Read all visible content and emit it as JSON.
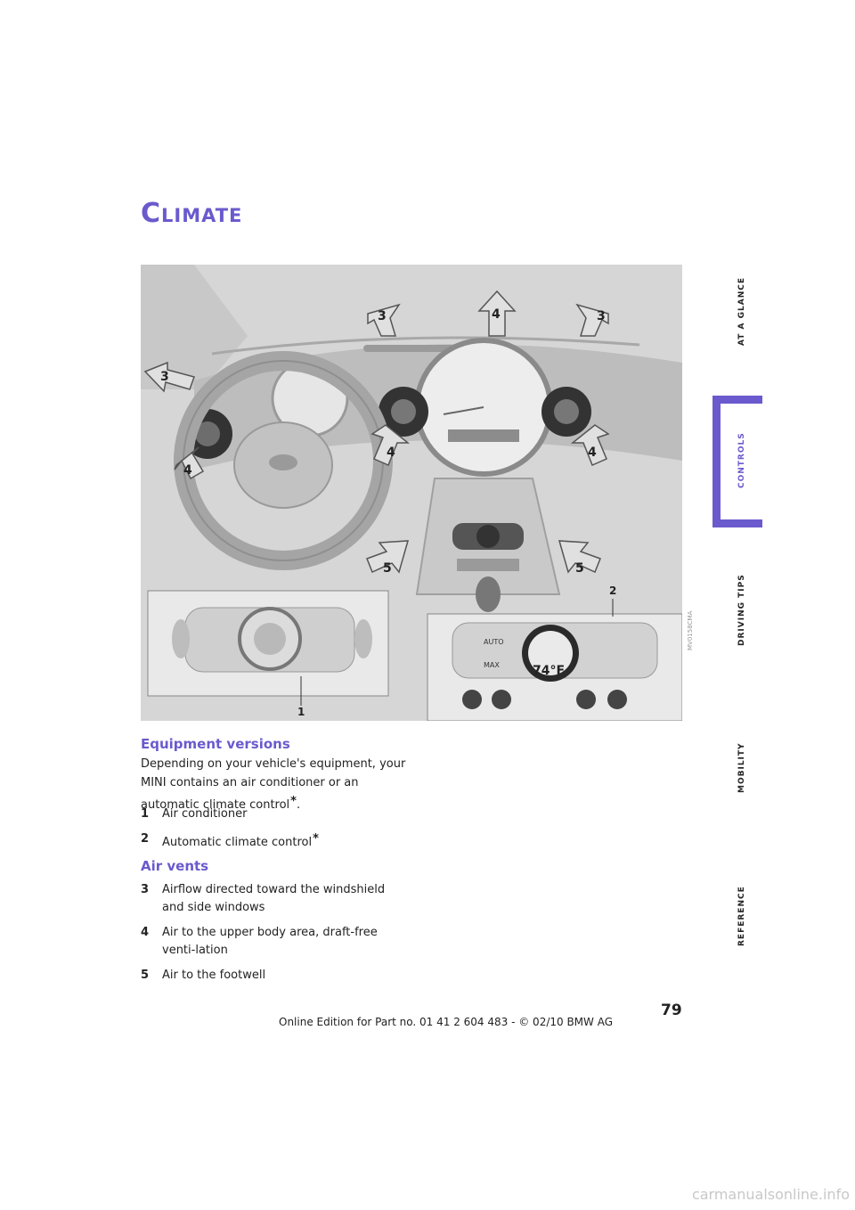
{
  "page": {
    "title": "Climate",
    "page_number": "79",
    "footer": "Online Edition for Part no. 01 41 2 604 483 - © 02/10 BMW AG",
    "watermark": "carmanualsonline.info"
  },
  "side_tabs": [
    {
      "label": "AT A GLANCE",
      "active": false
    },
    {
      "label": "CONTROLS",
      "active": true
    },
    {
      "label": "DRIVING TIPS",
      "active": false
    },
    {
      "label": "MOBILITY",
      "active": false
    },
    {
      "label": "REFERENCE",
      "active": false
    }
  ],
  "figure": {
    "image_code": "MV0158CMA",
    "callouts": [
      "1",
      "2",
      "3",
      "4",
      "5"
    ],
    "panel_labels": {
      "auto": "AUTO",
      "max": "MAX",
      "temp": "74°F"
    }
  },
  "sections": {
    "equipment": {
      "heading": "Equipment versions",
      "intro": "Depending on your vehicle's equipment, your MINI contains an air conditioner or an automatic climate control",
      "intro_star": "*",
      "intro_end": ".",
      "items": [
        {
          "num": "1",
          "text": "Air conditioner",
          "star": ""
        },
        {
          "num": "2",
          "text": "Automatic climate control",
          "star": "*"
        }
      ]
    },
    "vents": {
      "heading": "Air vents",
      "items": [
        {
          "num": "3",
          "text": "Airflow directed toward the windshield and side windows"
        },
        {
          "num": "4",
          "text": "Air to the upper body area, draft-free venti-lation"
        },
        {
          "num": "5",
          "text": "Air to the footwell"
        }
      ]
    }
  },
  "colors": {
    "accent": "#6a5acd"
  }
}
